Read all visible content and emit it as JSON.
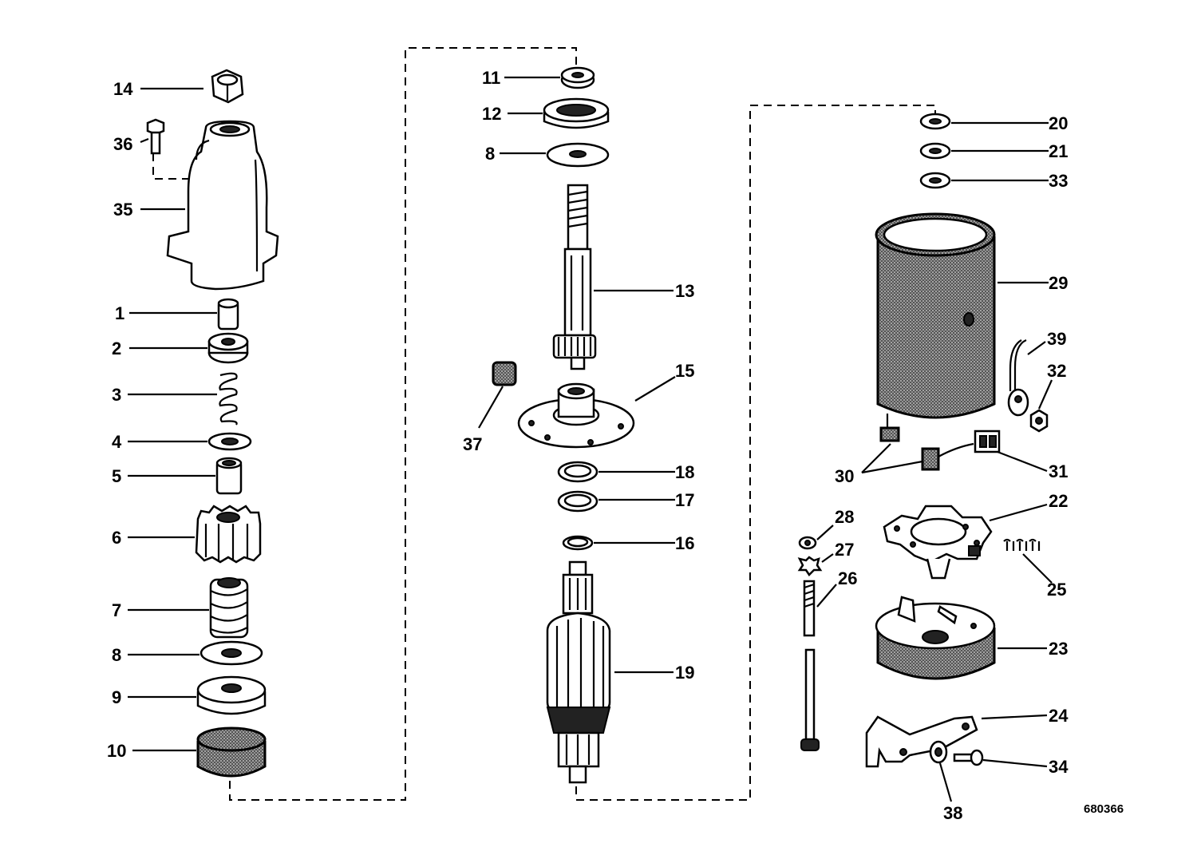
{
  "labels": {
    "p1": "1",
    "p2": "2",
    "p3": "3",
    "p4": "4",
    "p5": "5",
    "p6": "6",
    "p7": "7",
    "p8a": "8",
    "p8b": "8",
    "p9": "9",
    "p10": "10",
    "p11": "11",
    "p12": "12",
    "p13": "13",
    "p14": "14",
    "p15": "15",
    "p16": "16",
    "p17": "17",
    "p18": "18",
    "p19": "19",
    "p20": "20",
    "p21": "21",
    "p22": "22",
    "p23": "23",
    "p24": "24",
    "p25": "25",
    "p26": "26",
    "p27": "27",
    "p28": "28",
    "p29": "29",
    "p30": "30",
    "p31": "31",
    "p32": "32",
    "p33": "33",
    "p34": "34",
    "p35": "35",
    "p36": "36",
    "p37": "37",
    "p38": "38",
    "p39": "39"
  },
  "drawing_number": "680366"
}
